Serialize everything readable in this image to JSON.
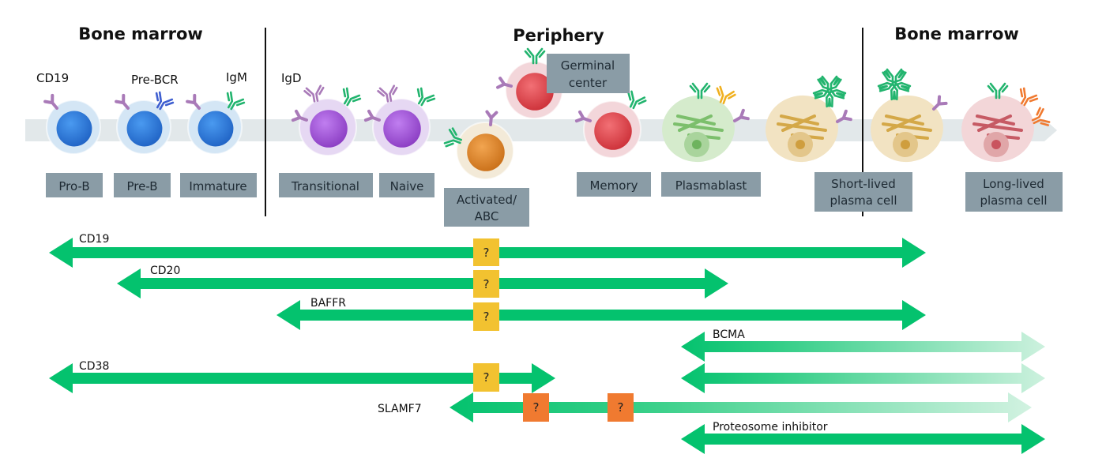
{
  "regions": [
    {
      "id": "bm-left",
      "title": "Bone marrow"
    },
    {
      "id": "periphery",
      "title": "Periphery"
    },
    {
      "id": "bm-right",
      "title": "Bone marrow"
    }
  ],
  "surface_markers": [
    {
      "id": "cd19",
      "label": "CD19"
    },
    {
      "id": "pre-bcr",
      "label": "Pre-BCR"
    },
    {
      "id": "igm",
      "label": "IgM"
    },
    {
      "id": "igd",
      "label": "IgD"
    }
  ],
  "stages": [
    {
      "id": "pro-b",
      "lines": [
        "Pro-B"
      ],
      "cell_type": "lymphocyte",
      "color": "#2f7fd8"
    },
    {
      "id": "pre-b",
      "lines": [
        "Pre-B"
      ],
      "cell_type": "lymphocyte",
      "color": "#2f7fd8"
    },
    {
      "id": "immature",
      "lines": [
        "Immature"
      ],
      "cell_type": "lymphocyte",
      "color": "#2f7fd8"
    },
    {
      "id": "transitional",
      "lines": [
        "Transitional"
      ],
      "cell_type": "lymphocyte",
      "color": "#a55fd6"
    },
    {
      "id": "naive",
      "lines": [
        "Naive"
      ],
      "cell_type": "lymphocyte",
      "color": "#a55fd6"
    },
    {
      "id": "activated-abc",
      "lines": [
        "Activated/",
        "ABC"
      ],
      "cell_type": "lymphocyte",
      "color": "#e08a2a"
    },
    {
      "id": "germinal-center",
      "lines": [
        "Germinal",
        "center"
      ],
      "cell_type": "lymphocyte",
      "color": "#e04a52"
    },
    {
      "id": "memory",
      "lines": [
        "Memory"
      ],
      "cell_type": "lymphocyte",
      "color": "#e04a52"
    },
    {
      "id": "plasmablast",
      "lines": [
        "Plasmablast"
      ],
      "cell_type": "plasma",
      "color": "#7cc46e"
    },
    {
      "id": "short-lived-plasma-cell",
      "lines": [
        "Short-lived",
        "plasma cell"
      ],
      "cell_type": "plasma",
      "color": "#d9a94a"
    },
    {
      "id": "long-lived-plasma-cell",
      "lines": [
        "Long-lived",
        "plasma cell"
      ],
      "cell_type": "plasma",
      "color": "#c9646c"
    }
  ],
  "targets": [
    {
      "id": "cd19",
      "label": "CD19",
      "from_stage": "pro-b",
      "to_stage": "short-lived-plasma-cell",
      "fade": false,
      "unknown": [
        "activated-abc"
      ]
    },
    {
      "id": "cd20",
      "label": "CD20",
      "from_stage": "pre-b",
      "to_stage": "memory",
      "fade": false,
      "unknown": [
        "activated-abc"
      ]
    },
    {
      "id": "baffr",
      "label": "BAFFR",
      "from_stage": "transitional",
      "to_stage": "short-lived-plasma-cell",
      "fade": false,
      "unknown": [
        "activated-abc"
      ]
    },
    {
      "id": "bcma",
      "label": "BCMA",
      "from_stage": "plasmablast",
      "to_stage": "long-lived-plasma-cell",
      "fade": true,
      "unknown": []
    },
    {
      "id": "cd38",
      "label": "CD38",
      "from_stage": "pro-b",
      "to_stage": "activated-abc",
      "fade": false,
      "unknown": [
        "activated-abc"
      ]
    },
    {
      "id": "bcma-2",
      "label": "",
      "from_stage": "plasmablast",
      "to_stage": "long-lived-plasma-cell",
      "fade": true,
      "unknown": []
    },
    {
      "id": "slamf7",
      "label": "SLAMF7",
      "from_stage": "activated-abc",
      "to_stage": "long-lived-plasma-cell",
      "fade": true,
      "unknown": [
        "activated-abc-2",
        "germinal-center"
      ]
    },
    {
      "id": "proteosome-inhibitor",
      "label": "Proteosome inhibitor",
      "from_stage": "plasmablast",
      "to_stage": "long-lived-plasma-cell",
      "fade": false,
      "unknown": []
    }
  ],
  "unknown_marker": "?",
  "colors": {
    "arrow": "#04c26e",
    "arrow_faded": "#c9f0dc",
    "unknown_yellow": "#f2c230",
    "unknown_orange": "#f07a30",
    "label_box": "#8a9ca6",
    "track": "#e2e8ea",
    "cd19_receptor": "#a97ab8",
    "igm_receptor": "#22b46e",
    "prebcr_receptor": "#3f5fd0",
    "iga_receptor": "#f0b020",
    "igg_receptor": "#f07a30"
  }
}
